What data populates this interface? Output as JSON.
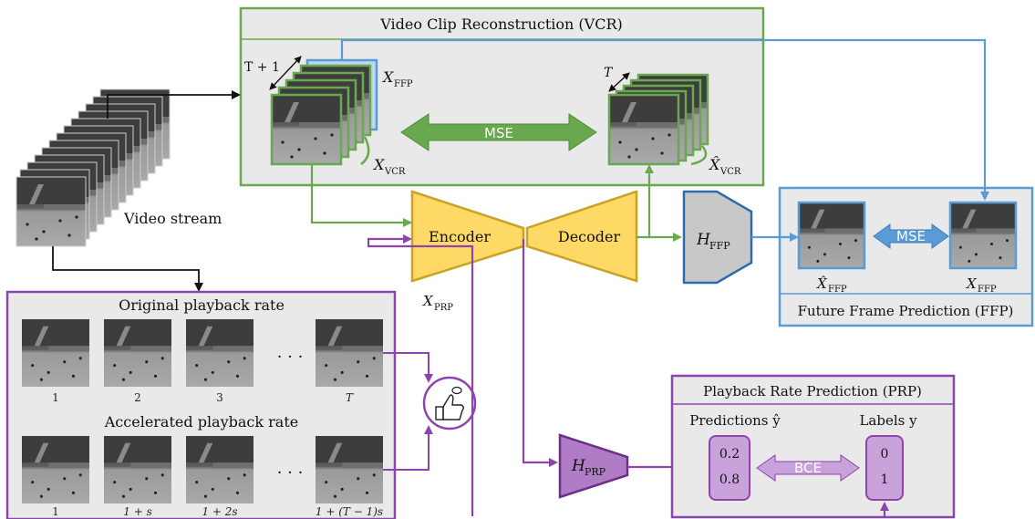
{
  "vcr": {
    "title": "Video Clip Reconstruction (VCR)",
    "input_window": "T + 1",
    "output_window": "T",
    "x_ffp": "X",
    "x_ffp_sub": "FFP",
    "x_vcr": "X",
    "x_vcr_sub": "VCR",
    "x_vcr_hat": "X̂",
    "x_vcr_hat_sub": "VCR",
    "loss": "MSE"
  },
  "video_stream": "Video stream",
  "encoder": "Encoder",
  "decoder": "Decoder",
  "h_ffp": "H",
  "h_ffp_sub": "FFP",
  "h_prp": "H",
  "h_prp_sub": "PRP",
  "x_prp": "X",
  "x_prp_sub": "PRP",
  "ffp": {
    "title": "Future Frame Prediction (FFP)",
    "pred_label": "X̂",
    "pred_sub": "FFP",
    "target_label": "X",
    "target_sub": "FFP",
    "loss": "MSE"
  },
  "playback": {
    "original_title": "Original playback rate",
    "accelerated_title": "Accelerated playback rate",
    "original_indices": [
      "1",
      "2",
      "3",
      "T"
    ],
    "accelerated_indices": [
      "1",
      "1 + s",
      "1 + 2s",
      "1 + (T − 1)s"
    ],
    "ellipsis": "· · ·"
  },
  "prp": {
    "title": "Playback Rate Prediction (PRP)",
    "predictions_label": "Predictions ŷ",
    "labels_label": "Labels y",
    "pred_values": [
      "0.2",
      "0.8"
    ],
    "label_values": [
      "0",
      "1"
    ],
    "loss": "BCE"
  },
  "colors": {
    "green": "#6aa84f",
    "blue": "#5b9bd5",
    "purple": "#8e44ad",
    "yellow": "#ffd966",
    "yellow_border": "#c9a227",
    "gray_panel": "#e9e9e9",
    "hprp_fill": "#b07cc6",
    "hffp_fill": "#c8c8c8"
  }
}
